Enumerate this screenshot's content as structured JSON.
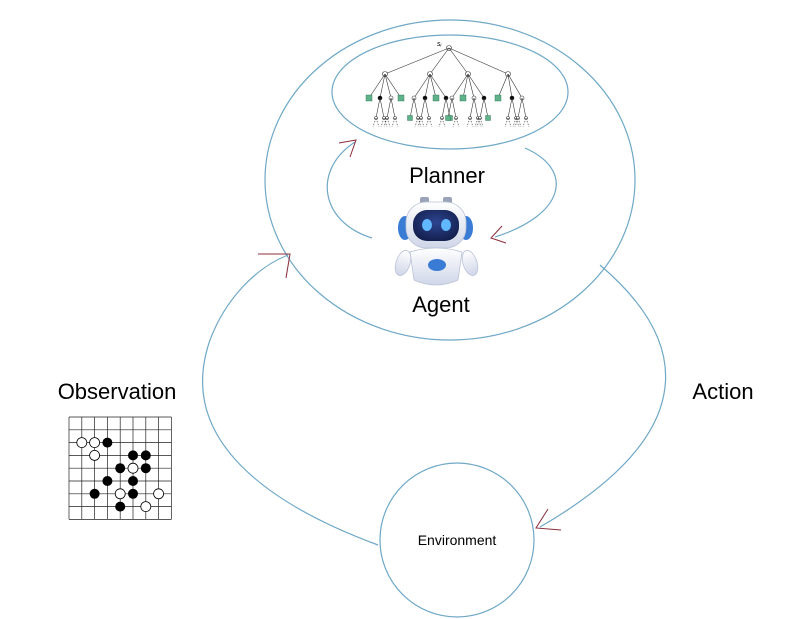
{
  "diagram": {
    "labels": {
      "planner": "Planner",
      "agent": "Agent",
      "observation": "Observation",
      "action": "Action",
      "environment": "Environment",
      "root_node": "sᵢ"
    },
    "colors": {
      "loop_stroke": "#6fa8c7",
      "arrowhead": "#8b2c3a",
      "robot_body": "#e9edf7",
      "robot_face": "#1f2f6b",
      "robot_accent": "#3a7bd5",
      "tree_leaf": "#5fb38a",
      "board_line": "#222222"
    },
    "icons": [
      "robot-icon",
      "search-tree-icon",
      "go-board-icon"
    ],
    "go_board": {
      "size": 8,
      "black_stones": [
        [
          1,
          2
        ],
        [
          2,
          4
        ],
        [
          2,
          5
        ],
        [
          3,
          3
        ],
        [
          3,
          5
        ],
        [
          4,
          2
        ],
        [
          4,
          4
        ],
        [
          5,
          4
        ],
        [
          5,
          1
        ],
        [
          6,
          3
        ]
      ],
      "white_stones": [
        [
          1,
          1
        ],
        [
          1,
          0
        ],
        [
          2,
          1
        ],
        [
          3,
          4
        ],
        [
          5,
          3
        ],
        [
          5,
          6
        ],
        [
          6,
          5
        ]
      ]
    }
  }
}
